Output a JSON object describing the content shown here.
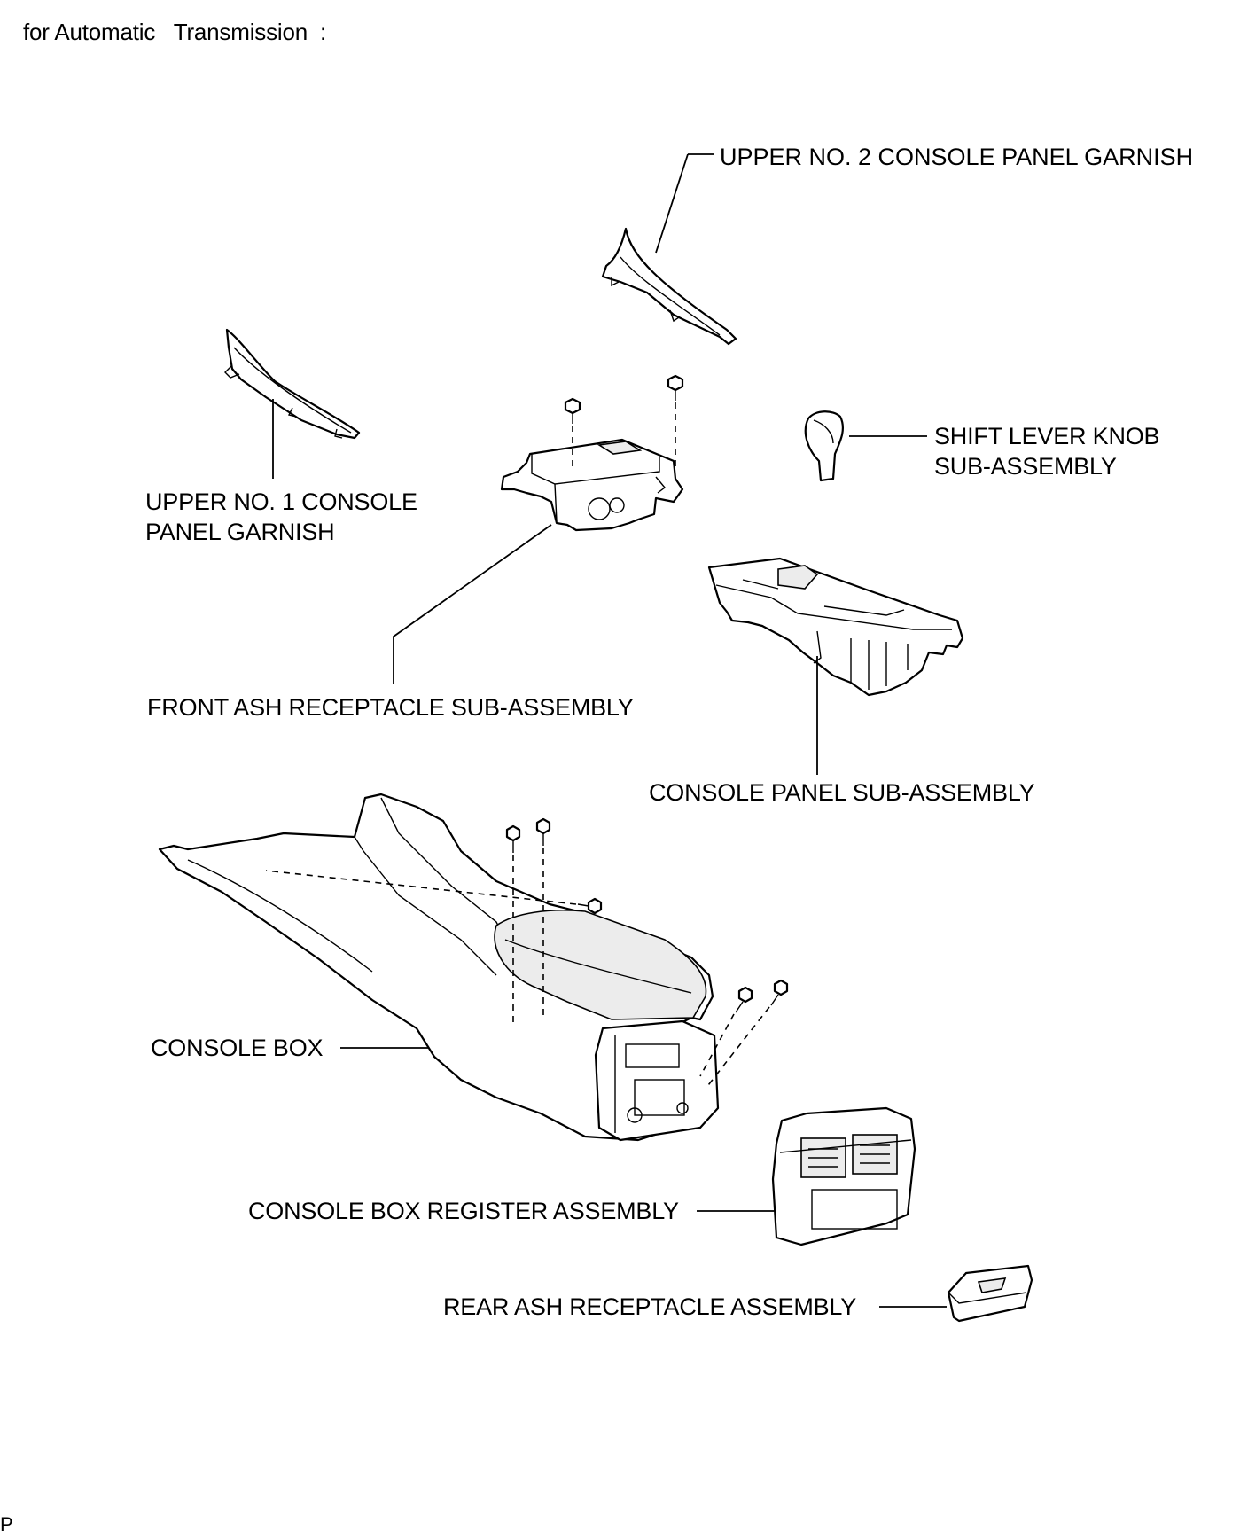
{
  "heading": "for Automatic   Transmission  :",
  "corner_mark": "P",
  "labels": {
    "upper_no2_garnish": "UPPER NO. 2 CONSOLE PANEL GARNISH",
    "shift_lever_knob_1": "SHIFT LEVER KNOB",
    "shift_lever_knob_2": "SUB-ASSEMBLY",
    "upper_no1_garnish_1": "UPPER NO. 1 CONSOLE",
    "upper_no1_garnish_2": "PANEL GARNISH",
    "front_ash_receptacle": "FRONT ASH RECEPTACLE SUB-ASSEMBLY",
    "console_panel": "CONSOLE PANEL SUB-ASSEMBLY",
    "console_box": "CONSOLE BOX",
    "console_box_register": "CONSOLE BOX REGISTER ASSEMBLY",
    "rear_ash_receptacle": "REAR ASH RECEPTACLE ASSEMBLY"
  }
}
